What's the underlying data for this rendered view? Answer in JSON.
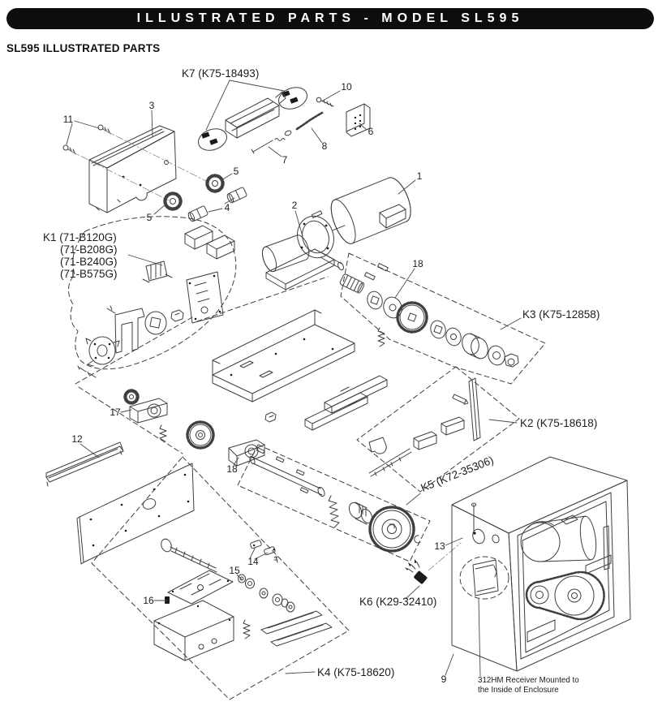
{
  "header": {
    "title": "ILLUSTRATED PARTS - MODEL SL595"
  },
  "page": {
    "subtitle": "SL595 ILLUSTRATED PARTS"
  },
  "kits": {
    "k7": "K7 (K75-18493)",
    "k1_line1": "K1 (71-B120G)",
    "k1_line2": "(71-B208G)",
    "k1_line3": "(71-B240G)",
    "k1_line4": "(71-B575G)",
    "k3": "K3 (K75-12858)",
    "k2": "K2 (K75-18618)",
    "k5": "K5 (K72-35306)",
    "k6": "K6 (K29-32410)",
    "k4": "K4 (K75-18620)"
  },
  "callouts": {
    "c1": "1",
    "c2": "2",
    "c3": "3",
    "c4": "4",
    "c5a": "5",
    "c5b": "5",
    "c6": "6",
    "c7": "7",
    "c8": "8",
    "c9": "9",
    "c10": "10",
    "c11": "11",
    "c12": "12",
    "c13": "13",
    "c14": "14",
    "c15": "15",
    "c16": "16",
    "c17": "17",
    "c18a": "18",
    "c18b": "18"
  },
  "note": {
    "line1": "312HM Receiver Mounted to",
    "line2": "the Inside of Enclosure"
  }
}
